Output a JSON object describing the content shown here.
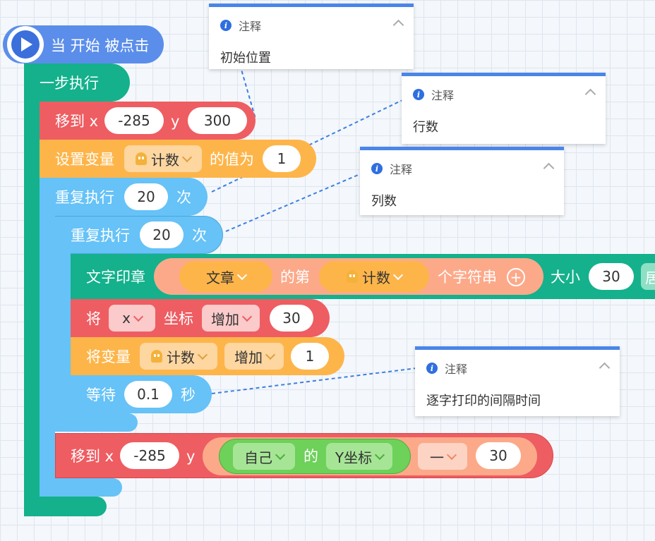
{
  "hat": {
    "label": "当 开始 被点击"
  },
  "step_block": {
    "label": "一步执行"
  },
  "move_top": {
    "label": "移到 x",
    "x_value": "-285",
    "y_label": "y",
    "y_value": "300"
  },
  "set_var": {
    "label": "设置变量",
    "var_name": "计数",
    "mid_label": "的值为",
    "value": "1"
  },
  "repeat_outer": {
    "label": "重复执行",
    "count": "20",
    "suffix": "次"
  },
  "repeat_inner": {
    "label": "重复执行",
    "count": "20",
    "suffix": "次"
  },
  "stamp": {
    "label": "文字印章",
    "var1": "文章",
    "of_label": "的第",
    "var2": "计数",
    "char_label": "个字符串",
    "plus": "+",
    "size_label": "大小",
    "size_value": "30",
    "trailing": "居"
  },
  "change_coord": {
    "label": "将",
    "axis": "x",
    "coord_label": "坐标",
    "op": "增加",
    "value": "30"
  },
  "change_var": {
    "label": "将变量",
    "var_name": "计数",
    "op": "增加",
    "value": "1"
  },
  "wait": {
    "label": "等待",
    "value": "0.1",
    "suffix": "秒"
  },
  "move_bottom": {
    "label": "移到 x",
    "x_value": "-285",
    "y_label": "y",
    "sprite": "自己",
    "of_label": "的",
    "prop": "Y坐标",
    "op": "一",
    "value": "30"
  },
  "notes": [
    {
      "title": "注释",
      "text": "初始位置"
    },
    {
      "title": "注释",
      "text": "行数"
    },
    {
      "title": "注释",
      "text": "列数"
    },
    {
      "title": "注释",
      "text": "逐字打印的间隔时间"
    }
  ],
  "colors": {
    "teal": "#14b18c",
    "blue": "#66c2f7",
    "red": "#ee5d62",
    "orange": "#fdb54a",
    "salmon": "#fca98a",
    "green": "#6dd15a",
    "hat": "#5b8eea"
  }
}
